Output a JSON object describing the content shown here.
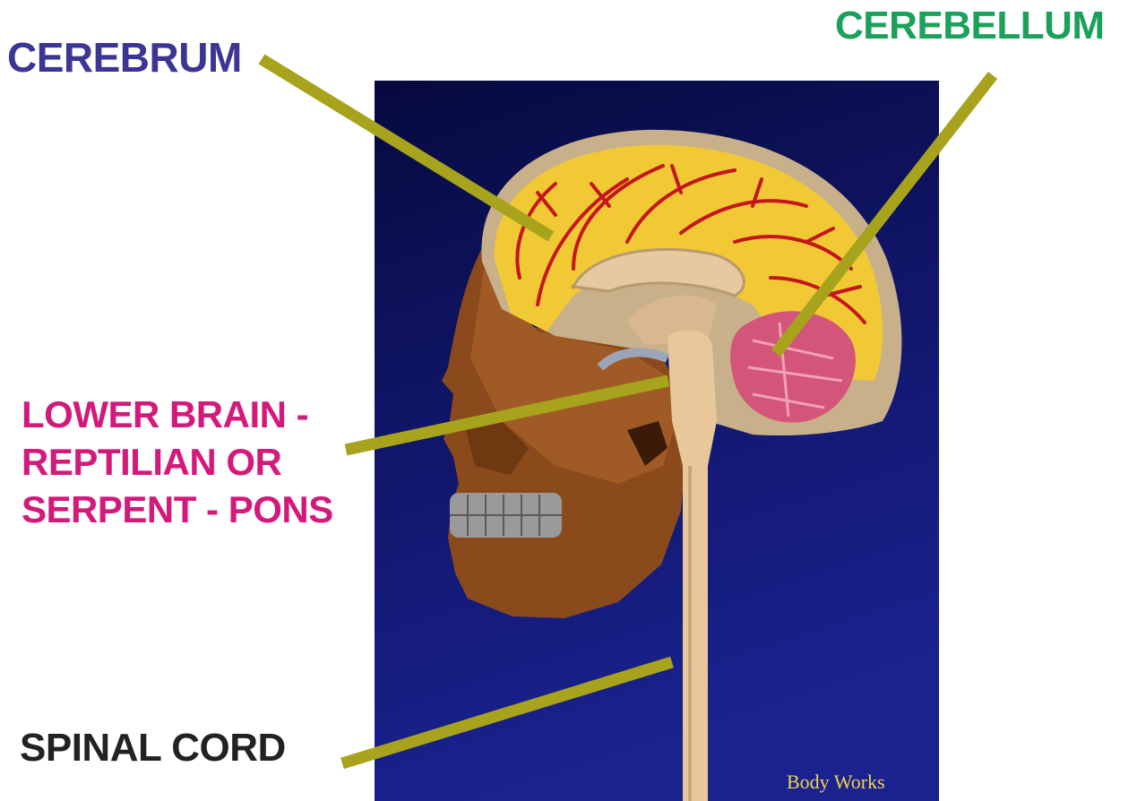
{
  "labels": {
    "cerebrum": "CEREBRUM",
    "cerebellum": "CEREBELLUM",
    "lower_brain": [
      "LOWER BRAIN -",
      "REPTILIAN OR",
      "SERPENT - PONS"
    ],
    "spinal_cord": "SPINAL CORD"
  },
  "credit": "Body Works",
  "colors": {
    "cerebrum_label": "#3b3594",
    "cerebellum_label": "#1ba15a",
    "lower_brain_label": "#d3197a",
    "spinal_cord_label": "#222222",
    "pointer_line": "#a7a31c",
    "credit_text": "#f0d44a",
    "panel_background": "#0c1160"
  }
}
